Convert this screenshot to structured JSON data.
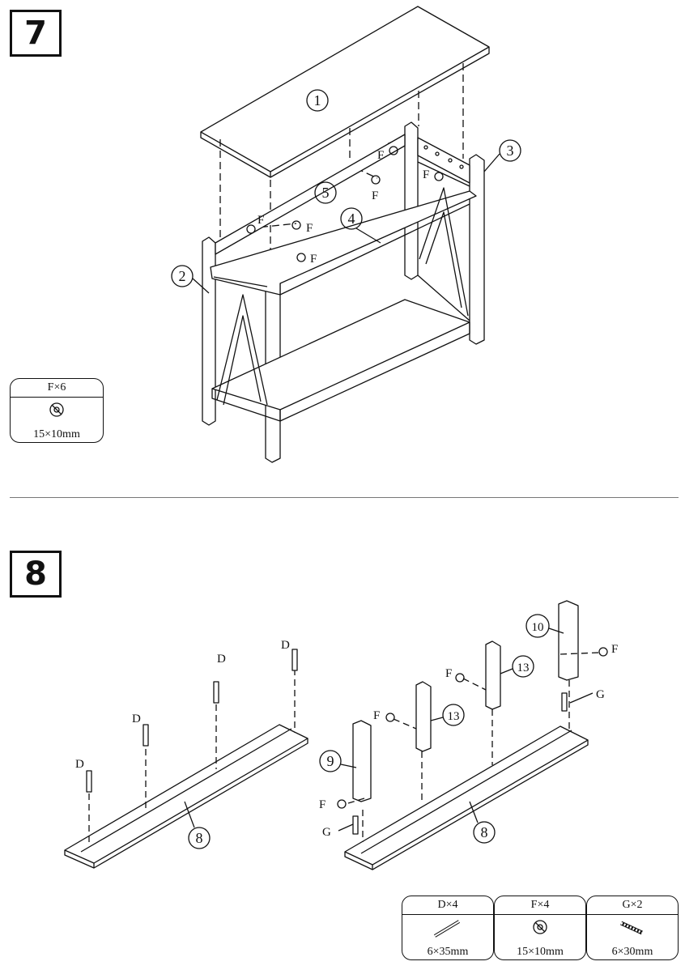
{
  "step7": {
    "number": "7",
    "part_labels": [
      "1",
      "2",
      "3",
      "4",
      "5"
    ],
    "fastener_label": "F",
    "hardware": {
      "label": "F×6",
      "size": "15×10mm",
      "icon": "cam-lock-icon"
    }
  },
  "step8": {
    "number": "8",
    "labels": {
      "d": "D",
      "f": "F",
      "g": "G",
      "p8": "8",
      "p9": "9",
      "p10": "10",
      "p13": "13"
    },
    "hardware": [
      {
        "label": "D×4",
        "size": "6×35mm",
        "icon": "cam-bolt-icon"
      },
      {
        "label": "F×4",
        "size": "15×10mm",
        "icon": "cam-lock-icon"
      },
      {
        "label": "G×2",
        "size": "6×30mm",
        "icon": "dowel-icon"
      }
    ]
  }
}
